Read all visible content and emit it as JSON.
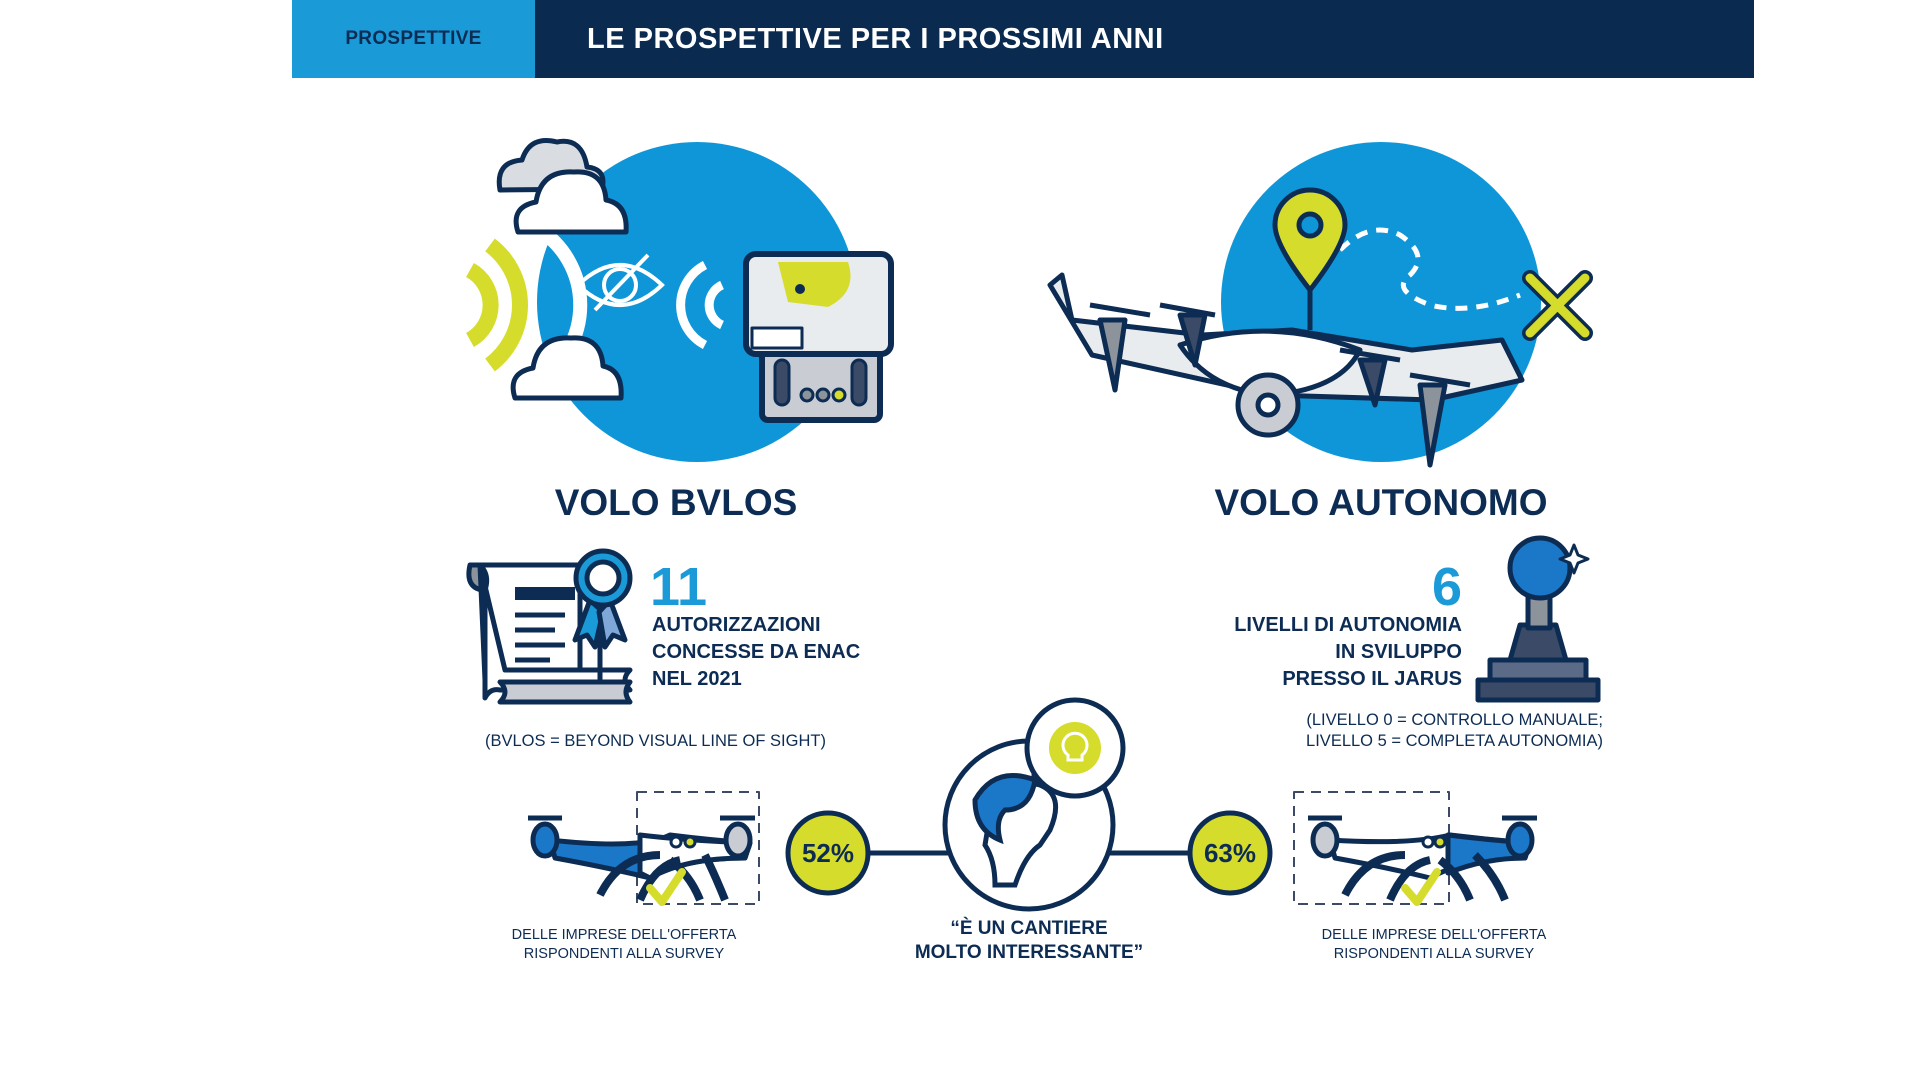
{
  "header": {
    "section_label": "PROSPETTIVE",
    "title": "LE PROSPETTIVE PER I PROSSIMI ANNI"
  },
  "bvlos": {
    "title": "VOLO BVLOS",
    "number": "11",
    "stat_lines": [
      "AUTORIZZAZIONI",
      "CONCESSE DA ENAC",
      "NEL 2021"
    ],
    "note": "(BVLOS = BEYOND VISUAL LINE OF SIGHT)",
    "percent": "52%",
    "caption_lines": [
      "DELLE IMPRESE DELL'OFFERTA",
      "RISPONDENTI ALLA SURVEY"
    ]
  },
  "autonomo": {
    "title": "VOLO AUTONOMO",
    "number": "6",
    "stat_lines": [
      "LIVELLI DI AUTONOMIA",
      "IN SVILUPPO",
      "PRESSO IL JARUS"
    ],
    "note_lines": [
      "(LIVELLO 0 = CONTROLLO MANUALE;",
      "LIVELLO 5 = COMPLETA AUTONOMIA)"
    ],
    "percent": "63%",
    "caption_lines": [
      "DELLE IMPRESE DELL'OFFERTA",
      "RISPONDENTI ALLA SURVEY"
    ]
  },
  "quote_lines": [
    "“È UN CANTIERE",
    "MOLTO INTERESSANTE”"
  ],
  "colors": {
    "navy": "#0b2a4f",
    "blue": "#1b9ad8",
    "yellow": "#d6dc2b",
    "gray": "#c9cdd3"
  }
}
